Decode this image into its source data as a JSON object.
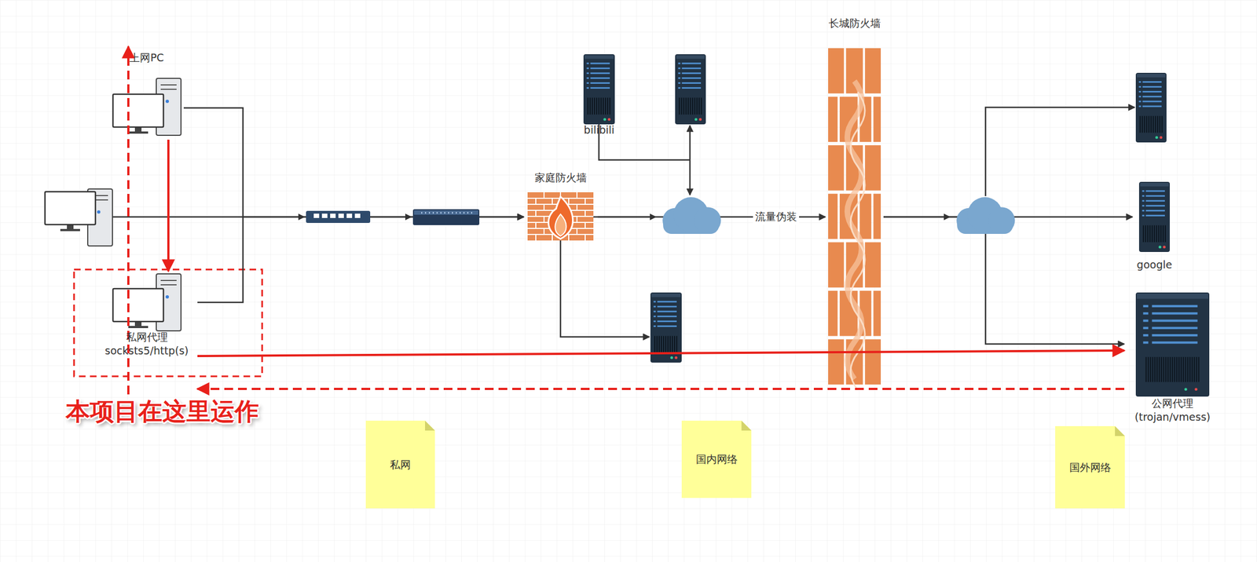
{
  "diagram": {
    "nodes": [
      {
        "text": [
          "上网PC"
        ]
      },
      {
        "text": [
          "私网代理 socksts5/http(s)"
        ]
      },
      {
        "text": [
          "家庭防火墙"
        ]
      },
      {
        "text": [
          "bilibili"
        ]
      },
      {
        "text": [
          "长城防火墙"
        ]
      },
      {
        "text": [
          "google"
        ]
      },
      {
        "text": [
          "公网代理 (trojan/vmess)"
        ]
      },
      {
        "text": [
          "私网"
        ]
      },
      {
        "text": [
          "国内网络"
        ]
      },
      {
        "text": [
          "国外网络"
        ]
      }
    ],
    "edges": [
      {
        "from": 0,
        "to": 2,
        "arrow": "to"
      },
      {
        "from": 1,
        "to": 2,
        "arrow": "to"
      },
      {
        "from": 2,
        "to": 4,
        "label": "流量伪装",
        "arrow": "to"
      },
      {
        "from": 4,
        "to": 5,
        "arrow": "to"
      },
      {
        "from": 4,
        "to": 6,
        "arrow": "to"
      },
      {
        "from": 1,
        "to": 6,
        "arrow": "to"
      },
      {
        "from": 6,
        "to": 1,
        "arrow": "to"
      },
      {
        "from": 0,
        "to": 1,
        "arrow": "to"
      },
      {
        "from": 1,
        "to": 0,
        "arrow": "to"
      }
    ],
    "labels": [
      "本项目在这里运作"
    ]
  }
}
